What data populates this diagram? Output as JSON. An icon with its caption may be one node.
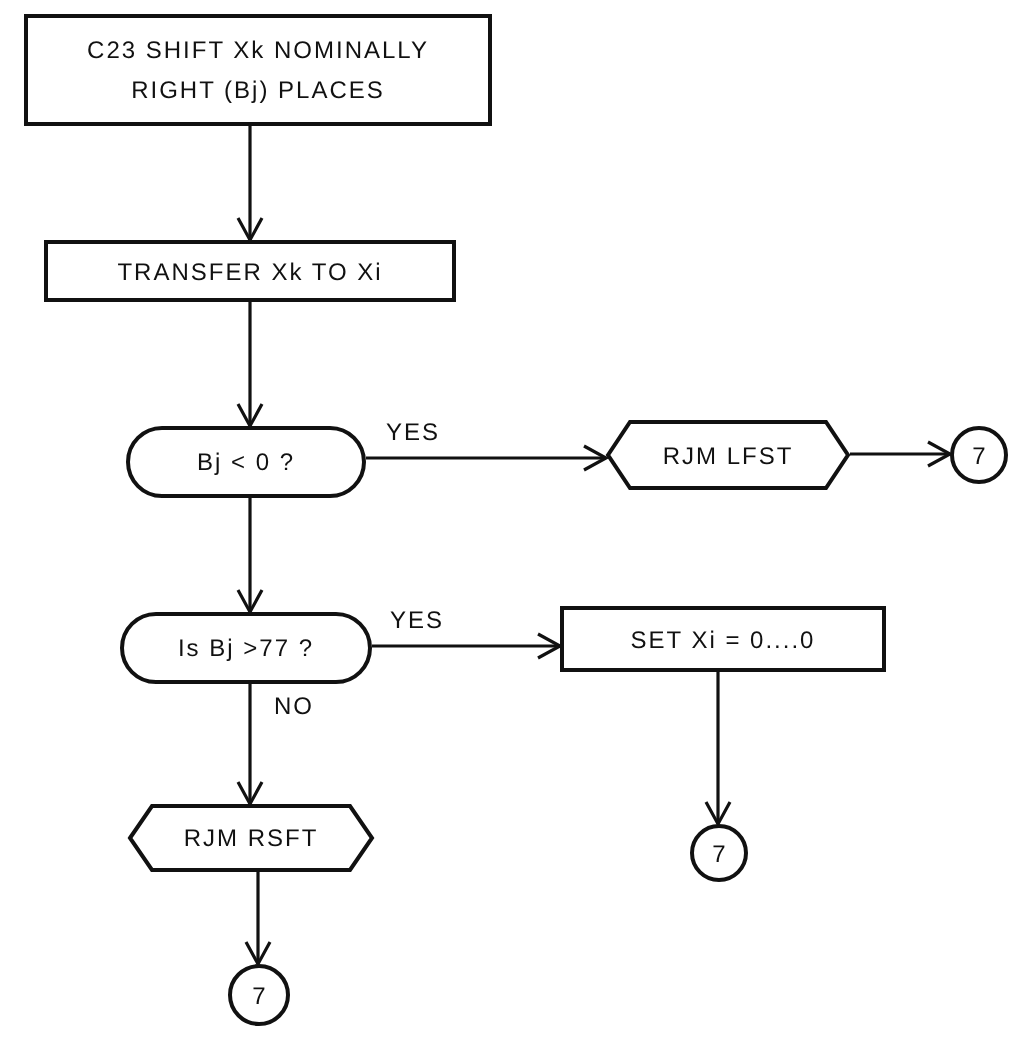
{
  "diagram": {
    "nodes": [
      {
        "text": [
          "C23 SHIFT Xk NOMINALLY RIGHT (Bj) PLACES"
        ]
      },
      {
        "text": [
          "TRANSFER Xk TO Xi"
        ]
      },
      {
        "text": [
          "Bj < 0 ?"
        ]
      },
      {
        "text": [
          "RJM LFST"
        ]
      },
      {
        "text": [
          "7"
        ]
      },
      {
        "text": [
          "Is Bj >77 ?"
        ]
      },
      {
        "text": [
          "SET Xi = 0....0"
        ]
      },
      {
        "text": [
          "RJM RSFT"
        ]
      },
      {
        "text": [
          "7"
        ]
      },
      {
        "text": [
          "7"
        ]
      }
    ],
    "edges": [
      {
        "from": 0,
        "to": 1,
        "arrow": "to"
      },
      {
        "from": 1,
        "to": 2,
        "arrow": "to"
      },
      {
        "from": 2,
        "to": 3,
        "arrow": "to",
        "label": "YES"
      },
      {
        "from": 3,
        "to": 4,
        "arrow": "to"
      },
      {
        "from": 2,
        "to": 5,
        "arrow": "to"
      },
      {
        "from": 5,
        "to": 6,
        "arrow": "to",
        "label": "YES"
      },
      {
        "from": 5,
        "to": 7,
        "arrow": "to",
        "label": "NO"
      },
      {
        "from": 6,
        "to": 9,
        "arrow": "to"
      },
      {
        "from": 7,
        "to": 8,
        "arrow": "to"
      }
    ]
  }
}
